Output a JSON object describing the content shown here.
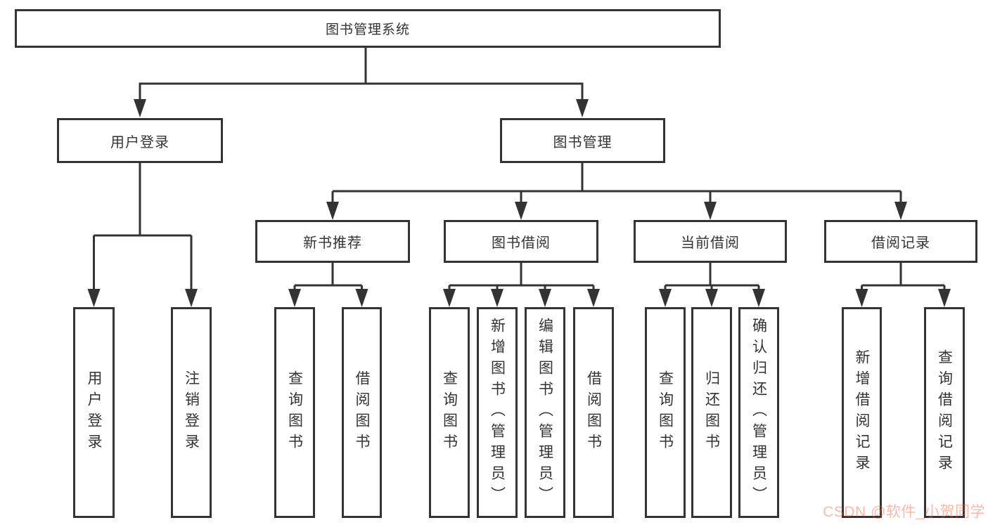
{
  "diagram": {
    "title": "图书管理系统",
    "level2": {
      "left": "用户登录",
      "right": "图书管理"
    },
    "level3": [
      "新书推荐",
      "图书借阅",
      "当前借阅",
      "借阅记录"
    ],
    "leaves": {
      "login": [
        "用户登录",
        "注销登录"
      ],
      "recommend": [
        "查询图书",
        "借阅图书"
      ],
      "borrow": [
        "查询图书",
        "新增图书（管理员）",
        "编辑图书（管理员）",
        "借阅图书"
      ],
      "current": [
        "查询图书",
        "归还图书",
        "确认归还（管理员）"
      ],
      "records": [
        "新增借阅记录",
        "查询借阅记录"
      ]
    }
  },
  "watermark": "CSDN @软件_小贺同学",
  "colors": {
    "line": "#333333",
    "text": "#333333",
    "box_background": "#ffffff",
    "watermark": "#fc5531"
  }
}
